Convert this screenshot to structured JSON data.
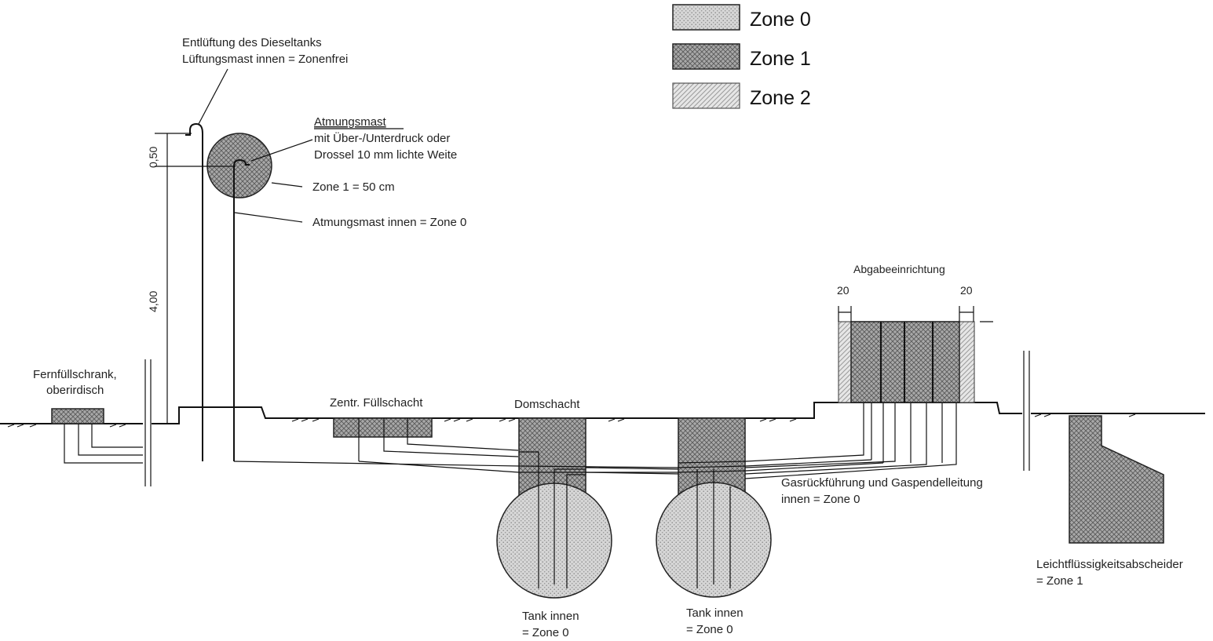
{
  "legend": [
    {
      "label": "Zone 0",
      "pattern": "dotted-light"
    },
    {
      "label": "Zone 1",
      "pattern": "crosshatch-dark"
    },
    {
      "label": "Zone 2",
      "pattern": "diagonal-hatch"
    }
  ],
  "labels": {
    "vent_diesel_1": "Entlüftung des Dieseltanks",
    "vent_diesel_2": "Lüftungsmast innen = Zonenfrei",
    "breath_mast_title": "Atmungsmast",
    "breath_mast_2": "mit Über-/Unterdruck oder",
    "breath_mast_3": "Drossel 10 mm lichte Weite",
    "zone1_radius": "Zone 1 = 50 cm",
    "breath_mast_inner": "Atmungsmast innen = Zone 0",
    "dim_050": "0,50",
    "dim_400": "4,00",
    "fernfuell_1": "Fernfüllschrank,",
    "fernfuell_2": "oberirdisch",
    "zentr_fuellschacht": "Zentr. Füllschacht",
    "domschacht": "Domschacht",
    "abgabe": "Abgabeeinrichtung",
    "dim_20_left": "20",
    "dim_20_right": "20",
    "gas_return_1": "Gasrückführung und Gaspendelleitung",
    "gas_return_2": "innen = Zone 0",
    "tank1_1": "Tank innen",
    "tank1_2": "= Zone 0",
    "tank2_1": "Tank innen",
    "tank2_2": "= Zone 0",
    "separator_1": "Leichtflüssigkeitsabscheider",
    "separator_2": "= Zone 1"
  }
}
